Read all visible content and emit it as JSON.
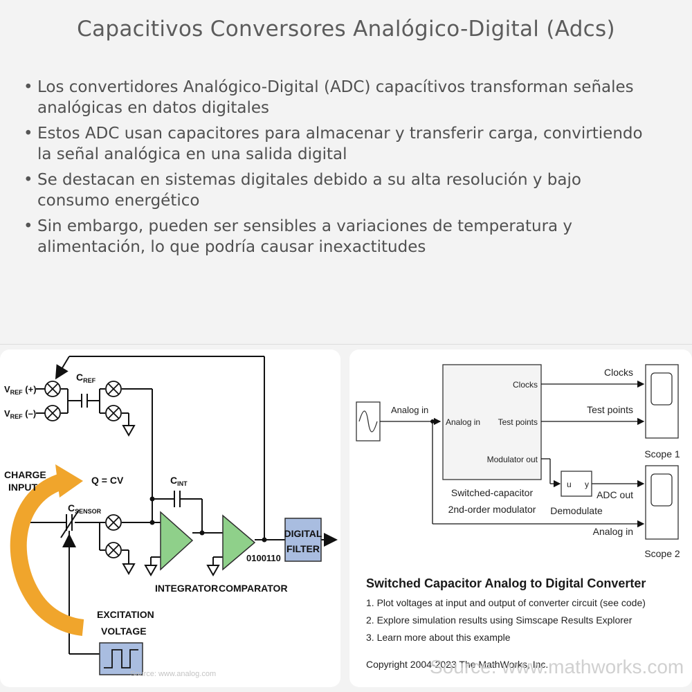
{
  "header": {
    "title": "Capacitivos Conversores Analógico-Digital (Adcs)"
  },
  "bullets": [
    "Los convertidores Analógico-Digital (ADC) capacítivos transforman señales analógicas en datos digitales",
    "Estos ADC usan capacitores para almacenar y transferir carga, convirtiendo la señal analógica en una salida digital",
    "Se destacan en sistemas digitales debido a su alta resolución y bajo consumo energético",
    "Sin embargo, pueden ser sensibles a variaciones de temperatura y alimentación, lo que podría causar inexactitudes"
  ],
  "left_diagram": {
    "vref_plus": "V",
    "vref_plus_sub": "REF",
    "vref_plus_suffix": " (+)",
    "vref_minus": "V",
    "vref_minus_sub": "REF",
    "vref_minus_suffix": " (–)",
    "cref": "C",
    "cref_sub": "REF",
    "cint": "C",
    "cint_sub": "INT",
    "csensor": "C",
    "csensor_sub": "SENSOR",
    "charge_input_1": "CHARGE",
    "charge_input_2": "INPUT",
    "q_cv": "Q = CV",
    "integrator": "INTEGRATOR",
    "comparator": "COMPARATOR",
    "bitstream": "0100110",
    "digital_filter_1": "DIGITAL",
    "digital_filter_2": "FILTER",
    "excitation_1": "EXCITATION",
    "excitation_2": "VOLTAGE",
    "source": "Source: www.analog.com",
    "colors": {
      "amp": "#8fd08a",
      "filter": "#a9bde0",
      "arrow": "#f0a52c"
    }
  },
  "right_diagram": {
    "analog_in_label": "Analog in",
    "block_port_in": "Analog in",
    "port_clocks": "Clocks",
    "port_test_points": "Test points",
    "port_modulator_out": "Modulator out",
    "block_name_1": "Switched-capacitor",
    "block_name_2": "2nd-order modulator",
    "sig_clocks": "Clocks",
    "sig_test_points": "Test points",
    "scope1": "Scope 1",
    "demod_u": "u",
    "demod_y": "y",
    "demod_name": "Demodulate",
    "sig_adc_out": "ADC out",
    "sig_analog_in": "Analog in",
    "scope2": "Scope 2",
    "model_title": "Switched Capacitor Analog to Digital Converter",
    "steps": [
      "1. Plot voltages at input and output of converter circuit (see code)",
      "2. Explore simulation results using Simscape Results Explorer",
      "3. Learn more about this example"
    ],
    "copyright": "Copyright 2004-2023 The MathWorks, Inc.",
    "source": "Source: www.mathworks.com"
  }
}
